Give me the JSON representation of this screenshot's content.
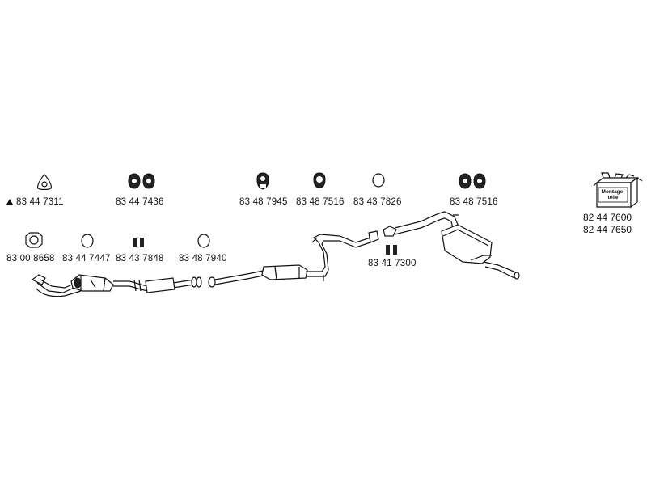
{
  "parts_top": [
    {
      "number": "83 44 7311",
      "icon": "gasket-triangle-icon",
      "marker": "▲"
    },
    {
      "number": "83 44 7436",
      "icon": "rubber-hanger-pair-icon"
    },
    {
      "number": "83 48 7945",
      "icon": "rubber-hanger-icon"
    },
    {
      "number": "83 48 7516",
      "icon": "rubber-hanger-icon"
    },
    {
      "number": "83 43 7826",
      "icon": "sealing-ring-icon"
    },
    {
      "number": "83 48 7516",
      "icon": "rubber-hanger-pair-icon"
    }
  ],
  "parts_bottom": [
    {
      "number": "83 00 8658",
      "icon": "flange-gasket-icon"
    },
    {
      "number": "83 44 7447",
      "icon": "sealing-ring-icon"
    },
    {
      "number": "83 43 7848",
      "icon": "clamp-pair-icon"
    },
    {
      "number": "83 48 7940",
      "icon": "sealing-ring-icon"
    },
    {
      "number": "83 41 7300",
      "icon": "clamp-pair-icon"
    }
  ],
  "mounting_kit": {
    "box_text_line1": "Montage-",
    "box_text_line2": "teile",
    "numbers": [
      "82 44 7600",
      "82 44 7650"
    ],
    "icon": "mounting-parts-box-icon"
  }
}
